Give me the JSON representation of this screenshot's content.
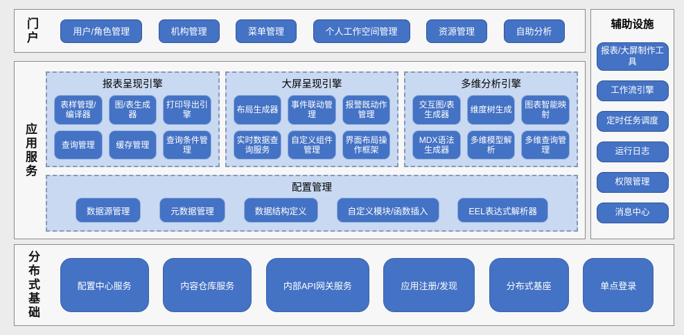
{
  "colors": {
    "accent": "#4472c4",
    "accent_border": "#2f5597",
    "panel_fill": "#c9d9f2",
    "panel_dash": "#8796b4",
    "section_bg": "#f7f7f7",
    "page_bg": "#ececec"
  },
  "portal": {
    "label": "门户",
    "items": [
      "用户/角色管理",
      "机构管理",
      "菜单管理",
      "个人工作空间管理",
      "资源管理",
      "自助分析"
    ]
  },
  "app_services": {
    "label": "应用服务",
    "engines": [
      {
        "title": "报表呈现引擎",
        "items": [
          "表样管理/编译器",
          "图/表生成器",
          "打印导出引擎",
          "查询管理",
          "缓存管理",
          "查询条件管理"
        ]
      },
      {
        "title": "大屏呈现引擎",
        "items": [
          "布局生成器",
          "事件联动管理",
          "报警既动作管理",
          "实时数据查询服务",
          "自定义组件管理",
          "界面布局操作框架"
        ]
      },
      {
        "title": "多维分析引擎",
        "items": [
          "交互图/表生成器",
          "维度树生成",
          "图表智能映射",
          "MDX语法生成器",
          "多维模型解析",
          "多维查询管理"
        ]
      }
    ],
    "config": {
      "title": "配置管理",
      "items": [
        "数据源管理",
        "元数据管理",
        "数据结构定义",
        "自定义模块/函数插入",
        "EEL表达式解析器"
      ]
    }
  },
  "aux": {
    "title": "辅助设施",
    "items": [
      "报表/大屏制作工具",
      "工作流引擎",
      "定时任务调度",
      "运行日志",
      "权限管理",
      "消息中心"
    ]
  },
  "foundation": {
    "label": "分布式基础",
    "items": [
      "配置中心服务",
      "内容仓库服务",
      "内部API网关服务",
      "应用注册/发现",
      "分布式基座",
      "单点登录"
    ]
  }
}
